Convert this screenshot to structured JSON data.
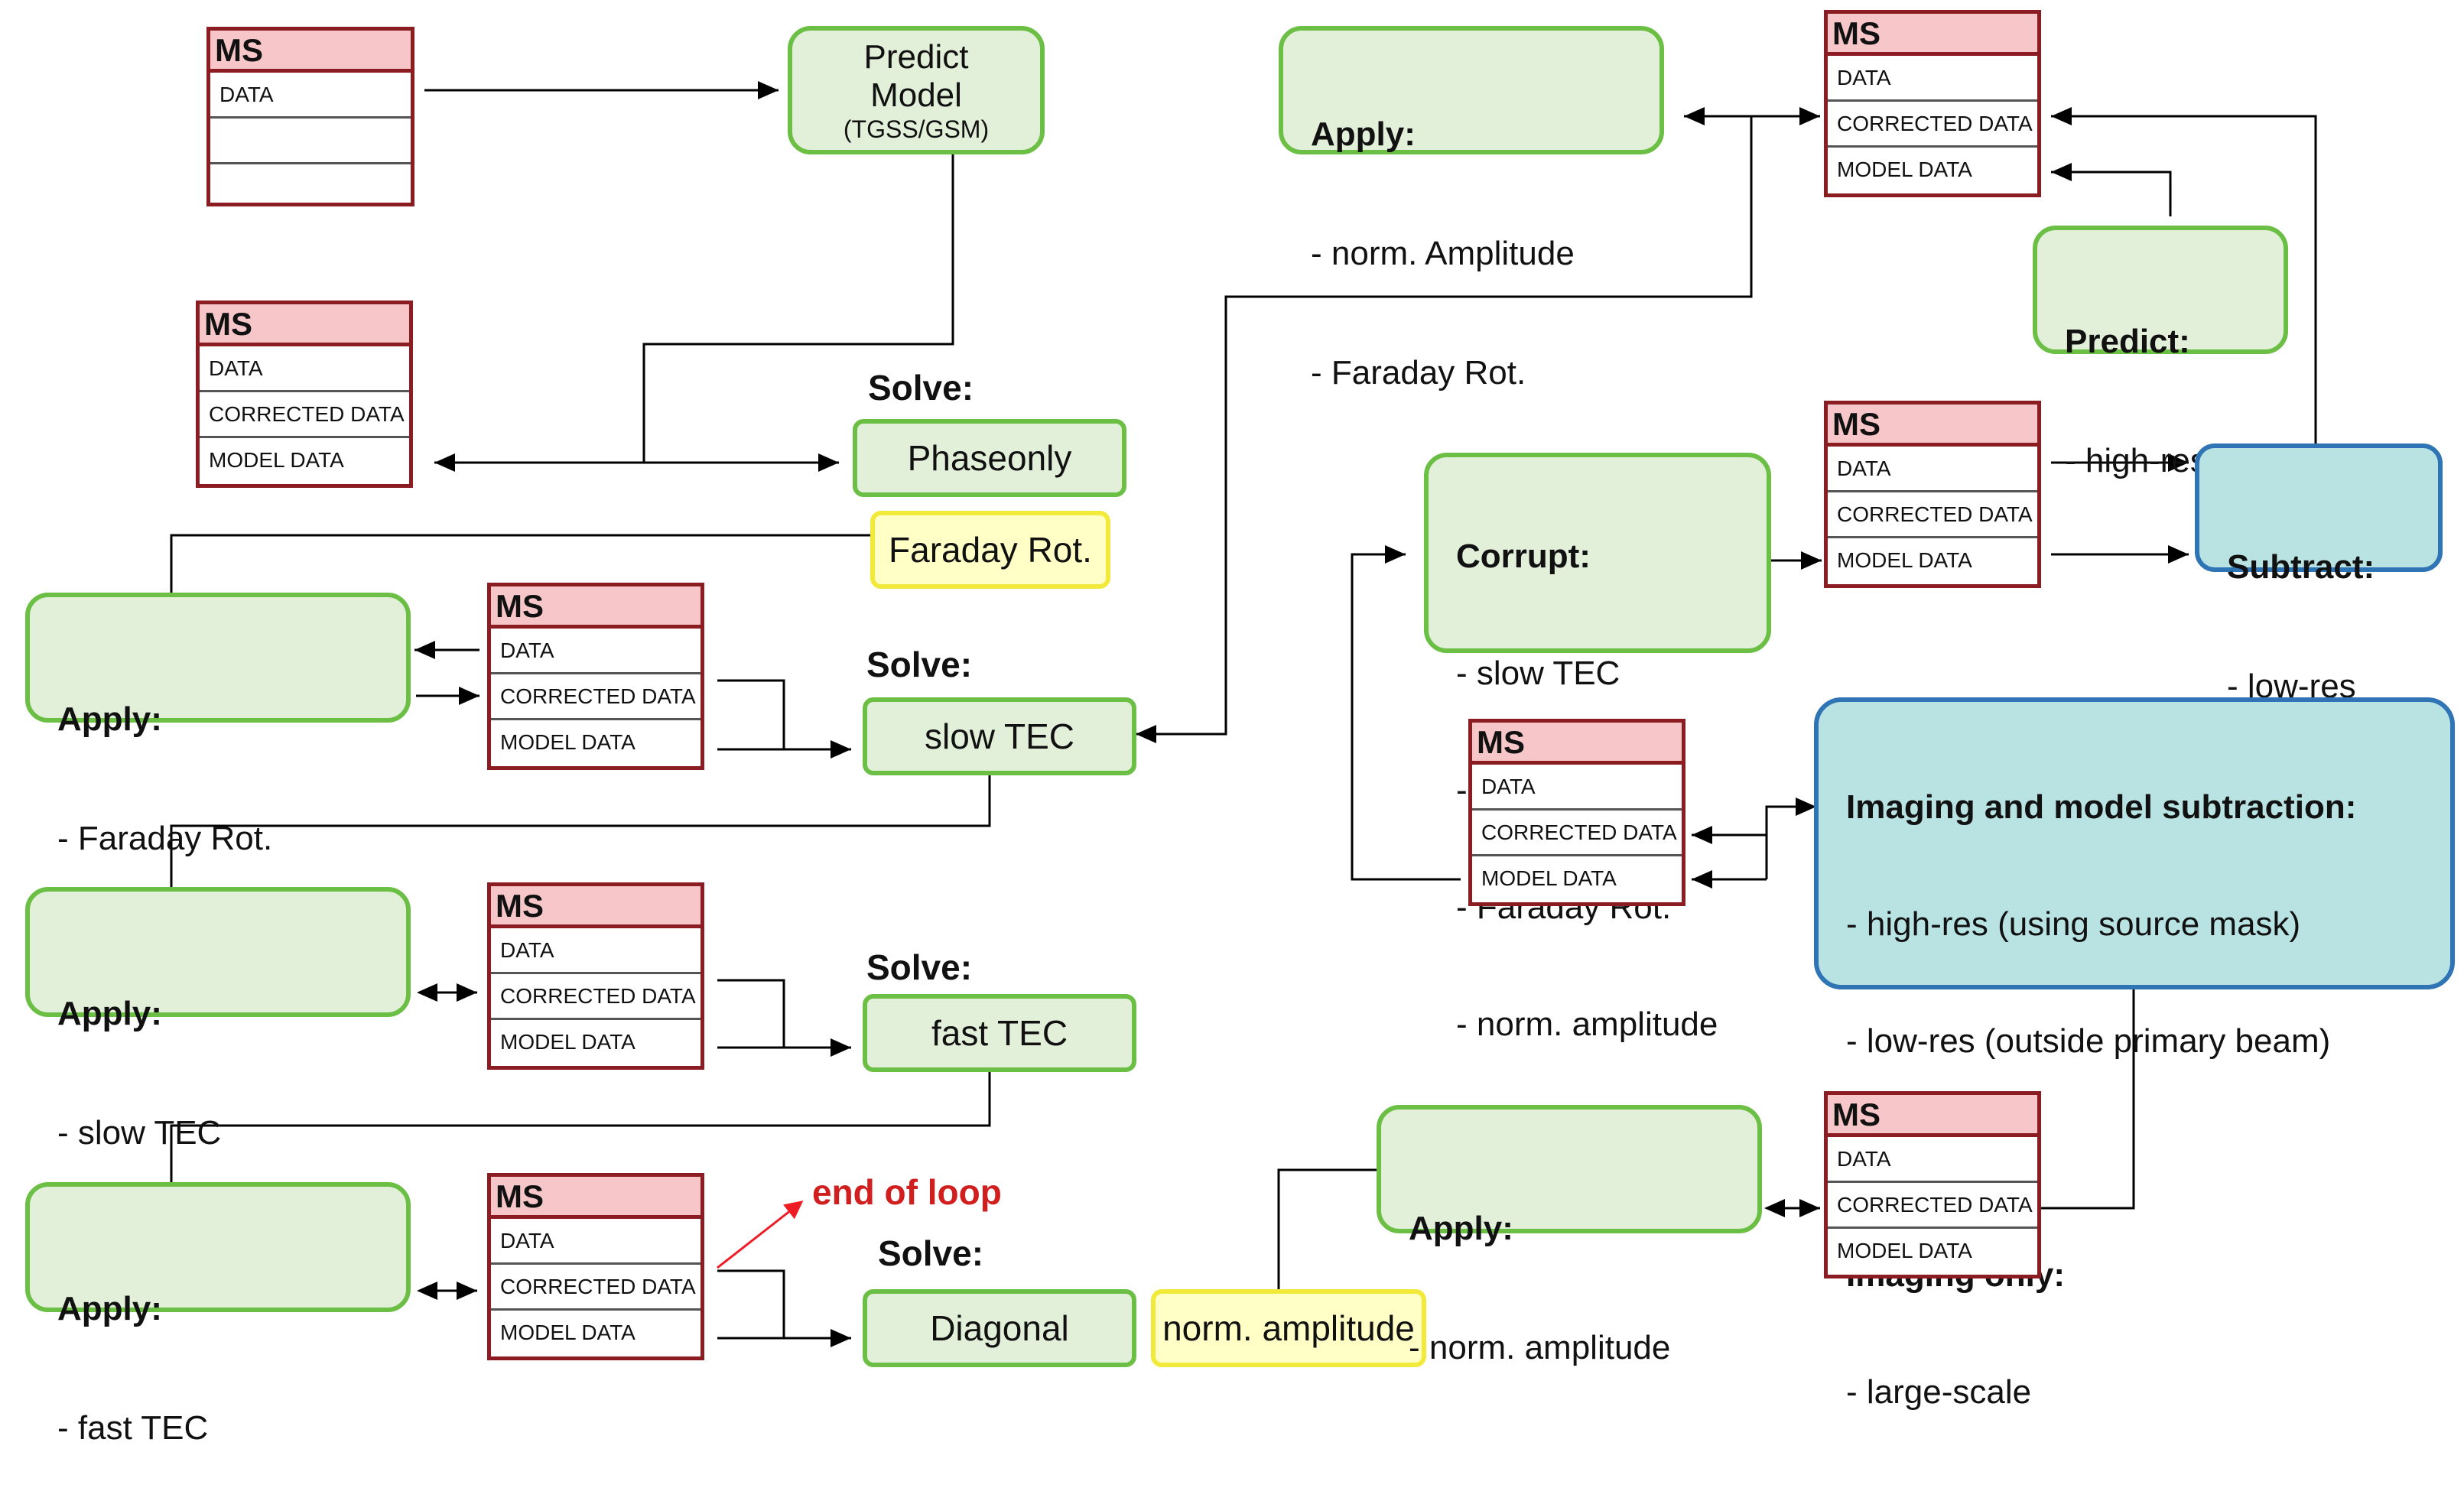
{
  "ms": {
    "title": "MS",
    "data": "DATA",
    "corrected": "CORRECTED DATA",
    "model": "MODEL DATA"
  },
  "predict_model": {
    "line1": "Predict",
    "line2": "Model",
    "line3": "(TGSS/GSM)"
  },
  "solve_label": "Solve:",
  "apply_label": "Apply:",
  "solves": {
    "phaseonly": "Phaseonly",
    "slow_tec": "slow TEC",
    "fast_tec": "fast TEC",
    "diagonal": "Diagonal"
  },
  "constraints": {
    "faraday": "Faraday Rot.",
    "norm_amp": "norm. amplitude"
  },
  "apply_boxes": {
    "faraday": "- Faraday Rot.",
    "slow_tec": "- slow TEC",
    "fast_tec": "- fast TEC",
    "norm_amp": "- norm. amplitude",
    "top_1": "- norm. Amplitude",
    "top_2": "- Faraday Rot."
  },
  "end_of_loop": "end of loop",
  "predict_highres": {
    "title": "Predict:",
    "line": "- high-res"
  },
  "subtract": {
    "title": "Subtract:",
    "line": "- low-res"
  },
  "corrupt": {
    "title": "Corrupt:",
    "lines": [
      "- slow TEC",
      "- fast TEC",
      "- Faraday Rot.",
      "- norm. amplitude"
    ]
  },
  "imaging": {
    "title1": "Imaging and model subtraction:",
    "line1": "- high-res (using source mask)",
    "line2": "- low-res (outside primary beam)",
    "title2": "Imaging only:",
    "line3": "- large-scale"
  },
  "colors": {
    "green_fill": "#e2efd9",
    "green_border": "#6cbf45",
    "blue_fill": "#b9e3e3",
    "blue_border": "#2f74b5",
    "yellow_fill": "#ffffc6",
    "yellow_border": "#f2ea3a",
    "ms_header": "#f7c6c8",
    "ms_border": "#8b1d22",
    "loop_red": "#d11f1f"
  }
}
